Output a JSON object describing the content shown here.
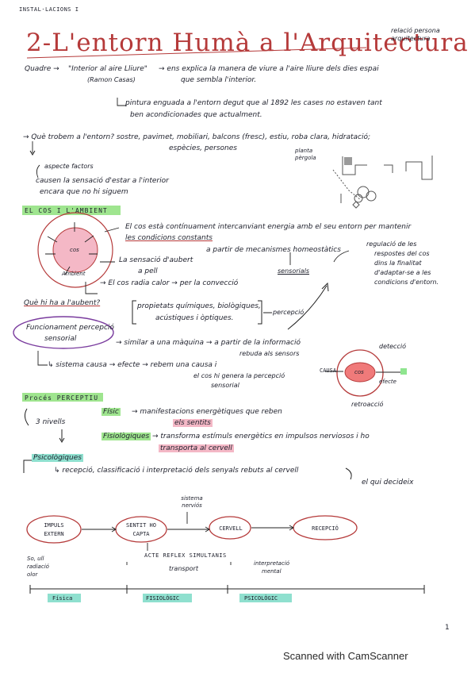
{
  "header": {
    "tag": "INSTAL·LACIONS I",
    "title": "2-L'entorn Humà a l'Arquitectura",
    "side_note": "relació persona arquitectura"
  },
  "quadre": {
    "lead": "Quadre →",
    "quote": "\"Interior al aire Lliure\"",
    "author": "(Ramon Casas)",
    "explains_1": "→ ens explica la manera de viure a l'aire lliure dels dies espai",
    "explains_2": "que sembla l'interior.",
    "era_1": "pintura enguada a l'entorn degut que al 1892 les cases no estaven tant",
    "era_2": "ben acondicionades que actualment."
  },
  "factors": {
    "question": "→ Què trobem a l'entorn? sostre, pavimet, mobiliari, balcons (fresc), estiu, roba clara, hidratació;",
    "more": "espècies, persones",
    "aspects": "aspecte factors",
    "comfort_1": "causen la sensació d'estar a l'interior",
    "comfort_2": "encara que no hi siguem",
    "plan_note": "planta pèrgola"
  },
  "s1": {
    "heading": "EL COS I L'AMBIENT",
    "b1_1": "El cos està contínuament intercanviant energia amb el seu entorn per mantenir",
    "b1_2": "les condicions constants",
    "mech": "a partir de mecanismes homeostàtics",
    "reg_1": "regulació de les",
    "reg_2": "respostes del cos",
    "reg_3": "dins la finalitat",
    "reg_4": "d'adaptar-se a les",
    "reg_5": "condicions d'entorn.",
    "sensory": "sensorials",
    "rebut_1": "La sensació d'aubert",
    "rebut_2": "a pell",
    "radia": "→ El cos radia calor → per la convecció",
    "body_label": "cos",
    "ambient_label": "Ambient",
    "question": "Què hi ha a l'aubent?",
    "props_1": "propietats químiques, biològiques,",
    "props_2": "acústiques i òptiques.",
    "perception": "percepció",
    "box_1": "Funcionament percepció",
    "box_2": "sensorial",
    "machine": "→ similar a una màquina → a partir de la informació",
    "machine_2": "rebuda als sensors",
    "cause": "↳ sistema causa → efecte → rebem una causa i",
    "cause_2": "el cos hi genera la percepció",
    "cause_3": "sensorial",
    "detect": "detecció",
    "causa": "CAUSA",
    "cos": "cos",
    "efecte": "efecte",
    "feedback": "retroacció"
  },
  "s2": {
    "heading": "Procés PERCEPTIU",
    "n": "3 nivells",
    "f1": "Físic",
    "f1_t": "→ manifestacions energètiques que reben",
    "f1_t2": "els sentits",
    "f2": "Fisiològiques",
    "f2_t": "→ transforma estímuls energètics en impulsos nerviosos i ho",
    "f2_t2": "transporta al cervell",
    "f3": "Psicològiques",
    "f3_t": "↳ recepció, classificació i interpretació dels senyals rebuts al cervell",
    "f3_t2": "el qui decideix"
  },
  "flow": {
    "above": "sistema nerviós",
    "n1": "IMPULS EXTERN",
    "n2": "SENTIT HO CAPTA",
    "n3": "CERVELL",
    "n4": "RECEPCIÓ",
    "mid": "ACTE REFLEX SIMULTANIS",
    "note1_1": "So, ull",
    "note1_2": "radiació",
    "note1_3": "olor",
    "note2": "transport",
    "note3_1": "interpretació",
    "note3_2": "mental",
    "b1": "Física",
    "b2": "FISIOLÒGIC",
    "b3": "PSICOLÒGIC"
  },
  "page_num": "1",
  "footer": "Scanned with CamScanner"
}
